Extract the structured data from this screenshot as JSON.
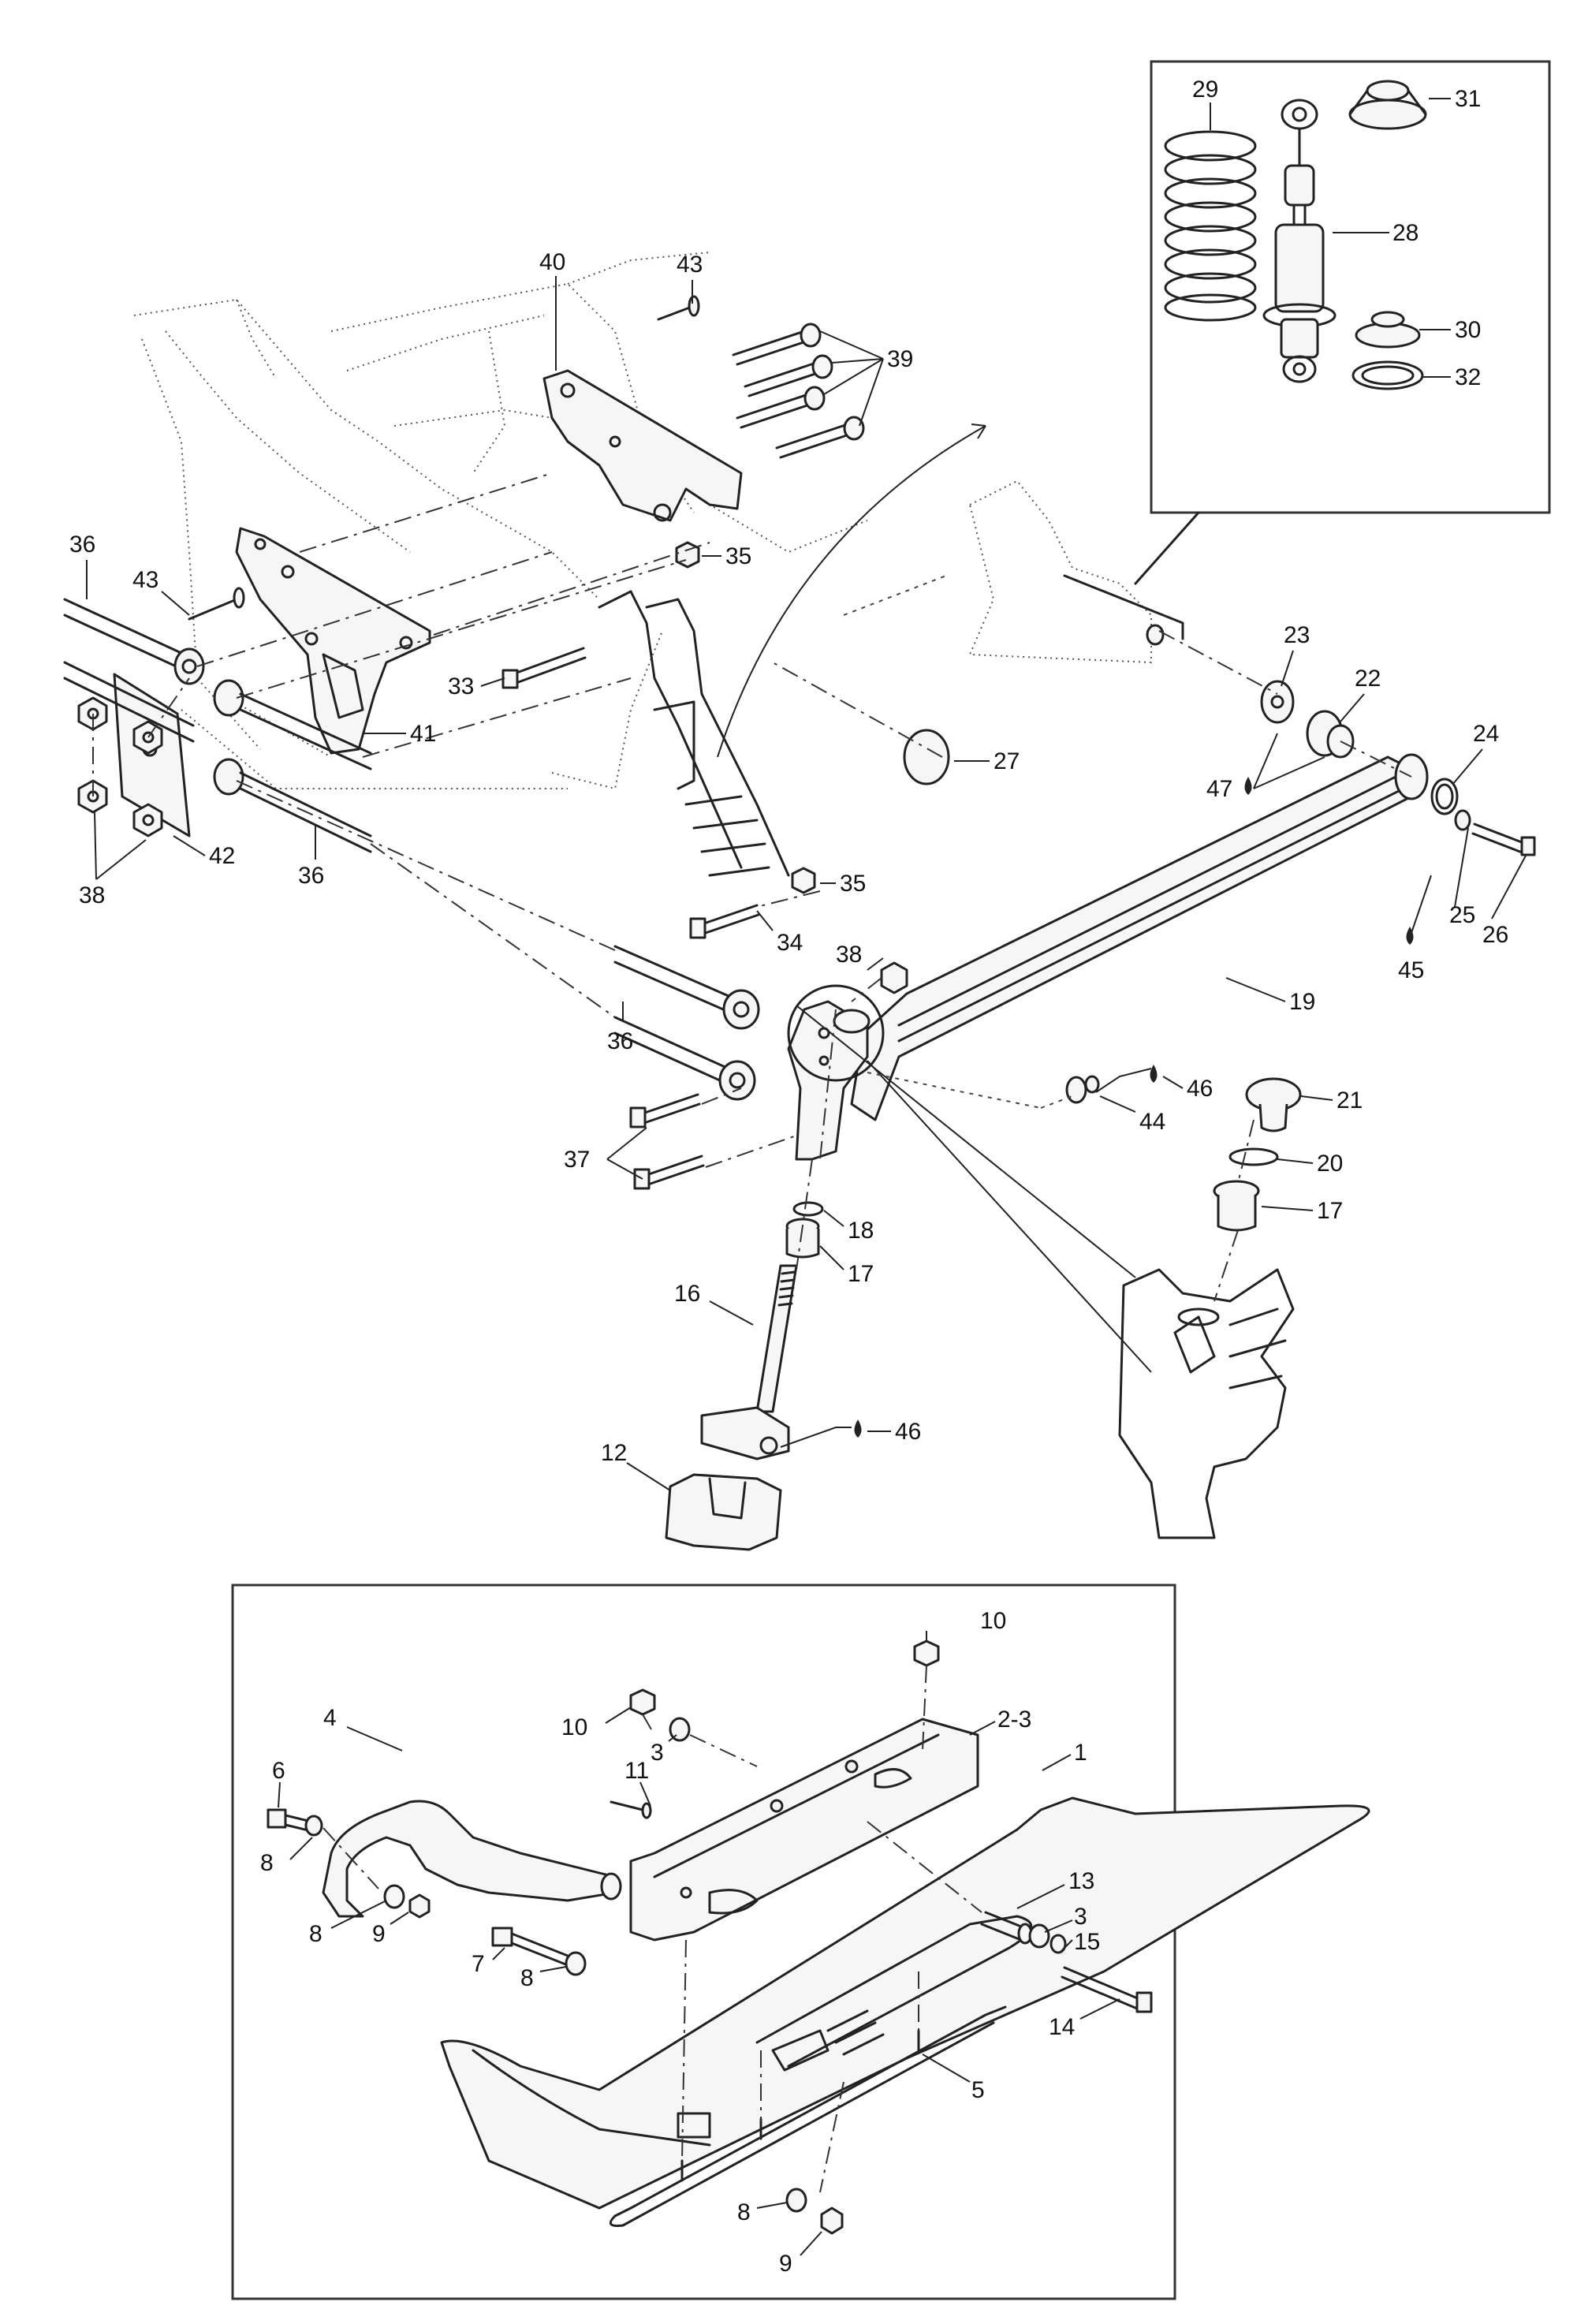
{
  "callouts": [
    {
      "id": "c29",
      "text": "29"
    },
    {
      "id": "c31",
      "text": "31"
    },
    {
      "id": "c28",
      "text": "28"
    },
    {
      "id": "c30",
      "text": "30"
    },
    {
      "id": "c32",
      "text": "32"
    },
    {
      "id": "c40",
      "text": "40"
    },
    {
      "id": "c43a",
      "text": "43"
    },
    {
      "id": "c39",
      "text": "39"
    },
    {
      "id": "c35a",
      "text": "35"
    },
    {
      "id": "c36a",
      "text": "36"
    },
    {
      "id": "c43b",
      "text": "43"
    },
    {
      "id": "c33",
      "text": "33"
    },
    {
      "id": "c41",
      "text": "41"
    },
    {
      "id": "c23",
      "text": "23"
    },
    {
      "id": "c22",
      "text": "22"
    },
    {
      "id": "c24",
      "text": "24"
    },
    {
      "id": "c27",
      "text": "27"
    },
    {
      "id": "c47",
      "text": "47"
    },
    {
      "id": "c42",
      "text": "42"
    },
    {
      "id": "c38a",
      "text": "38"
    },
    {
      "id": "c36b",
      "text": "36"
    },
    {
      "id": "c35b",
      "text": "35"
    },
    {
      "id": "c25",
      "text": "25"
    },
    {
      "id": "c26",
      "text": "26"
    },
    {
      "id": "c34",
      "text": "34"
    },
    {
      "id": "c38b",
      "text": "38"
    },
    {
      "id": "c45",
      "text": "45"
    },
    {
      "id": "c19",
      "text": "19"
    },
    {
      "id": "c36c",
      "text": "36"
    },
    {
      "id": "c46a",
      "text": "46"
    },
    {
      "id": "c44",
      "text": "44"
    },
    {
      "id": "c21",
      "text": "21"
    },
    {
      "id": "c37",
      "text": "37"
    },
    {
      "id": "c20",
      "text": "20"
    },
    {
      "id": "c17a",
      "text": "17"
    },
    {
      "id": "c18",
      "text": "18"
    },
    {
      "id": "c17b",
      "text": "17"
    },
    {
      "id": "c16",
      "text": "16"
    },
    {
      "id": "c46b",
      "text": "46"
    },
    {
      "id": "c12",
      "text": "12"
    },
    {
      "id": "c10a",
      "text": "10"
    },
    {
      "id": "c10b",
      "text": "10"
    },
    {
      "id": "c23b",
      "text": "2-3"
    },
    {
      "id": "c3a",
      "text": "3"
    },
    {
      "id": "c4",
      "text": "4"
    },
    {
      "id": "c1",
      "text": "1"
    },
    {
      "id": "c11",
      "text": "11"
    },
    {
      "id": "c6",
      "text": "6"
    },
    {
      "id": "c8a",
      "text": "8"
    },
    {
      "id": "c13",
      "text": "13"
    },
    {
      "id": "c3b",
      "text": "3"
    },
    {
      "id": "c15",
      "text": "15"
    },
    {
      "id": "c8b",
      "text": "8"
    },
    {
      "id": "c9a",
      "text": "9"
    },
    {
      "id": "c7",
      "text": "7"
    },
    {
      "id": "c8c",
      "text": "8"
    },
    {
      "id": "c14",
      "text": "14"
    },
    {
      "id": "c5",
      "text": "5"
    },
    {
      "id": "c8d",
      "text": "8"
    },
    {
      "id": "c9b",
      "text": "9"
    }
  ]
}
